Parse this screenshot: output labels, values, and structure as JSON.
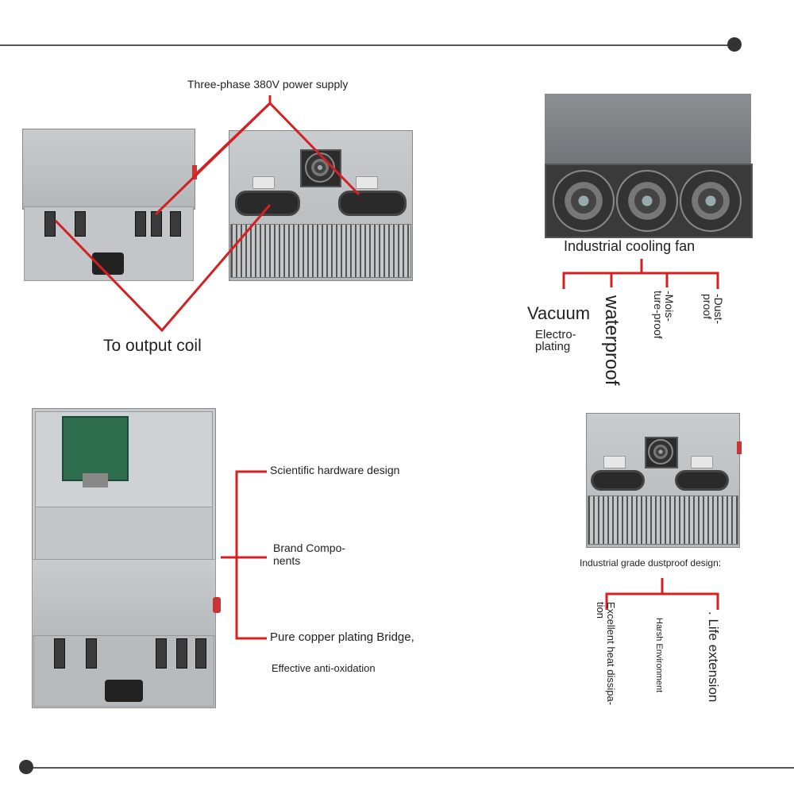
{
  "colors": {
    "accent_red": "#d42020",
    "rule": "#555555"
  },
  "labels": {
    "power_supply": "Three-phase 380V power supply",
    "output_coil": "To output coil",
    "cooling_fan": "Industrial cooling fan",
    "vacuum": "Vacuum",
    "electroplating": "Electro-\nplating",
    "waterproof": "waterproof",
    "moisture_proof": "-Mois-\nture-proof",
    "dust_proof": "-Dust-\nproof",
    "scientific_hardware": "Scientific hardware design",
    "brand_components": "Brand Compo-\nnents",
    "copper_bridge": "Pure copper plating Bridge,",
    "anti_oxidation": "Effective anti-oxidation",
    "dustproof_design": "Industrial grade dustproof design:",
    "heat_dissipation": "Excellent heat dissipa-\ntion",
    "harsh_environment": "Harsh Environment",
    "life_extension": ". Life extension"
  },
  "icons": {
    "fan": "fan-icon",
    "terminal": "terminal-icon"
  }
}
